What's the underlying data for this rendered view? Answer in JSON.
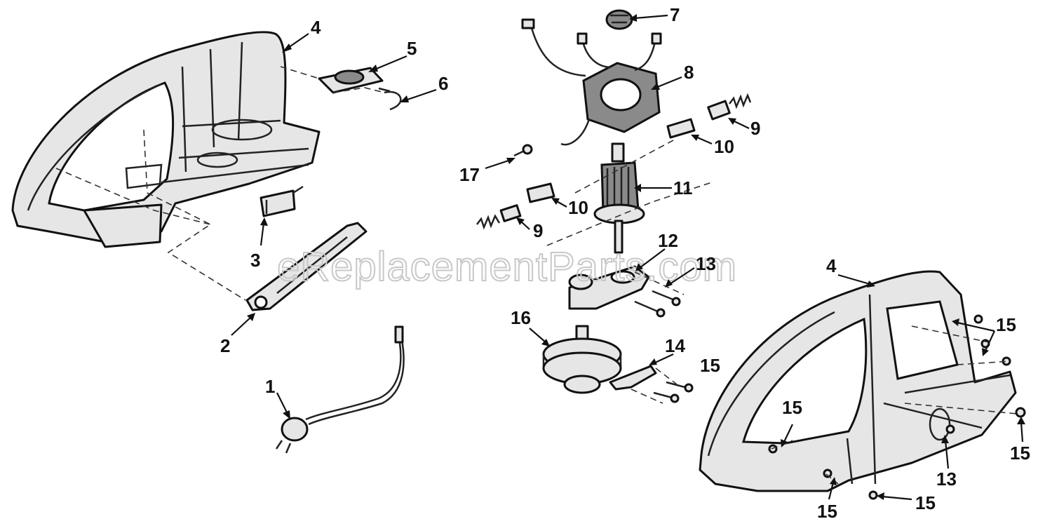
{
  "watermark": "eReplacementParts.com",
  "labels": {
    "p1": "1",
    "p2": "2",
    "p3": "3",
    "p4_left": "4",
    "p4_right": "4",
    "p5": "5",
    "p6": "6",
    "p7": "7",
    "p8": "8",
    "p9_upper": "9",
    "p9_lower": "9",
    "p10_upper": "10",
    "p10_lower": "10",
    "p11": "11",
    "p12": "12",
    "p13_upper": "13",
    "p13_lower": "13",
    "p14": "14",
    "p15_middle": "15",
    "p15_right_top": "15",
    "p15_right_mid": "15",
    "p15_left_mid": "15",
    "p15_bottom_left": "15",
    "p15_bottom": "15",
    "p16": "16",
    "p17": "17"
  }
}
